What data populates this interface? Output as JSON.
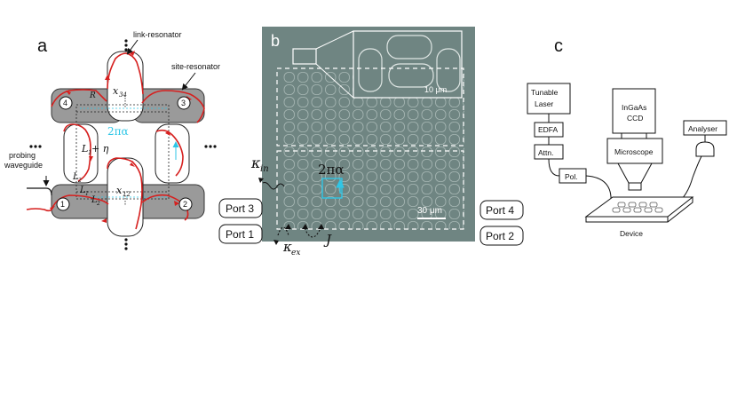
{
  "panel_a": {
    "label": "a",
    "link_resonator": "link-resonator",
    "site_resonator": "site-resonator",
    "probing_waveguide_1": "probing",
    "probing_waveguide_2": "waveguide",
    "R": "R",
    "x34": "x",
    "x34_sub": "34",
    "x12": "x",
    "x12_sub": "12",
    "flux": "2πα",
    "L1eta": "L",
    "L1eta_sub": "1",
    "L1eta_rest": " + η",
    "L2": "L",
    "L2_sub": "2",
    "L1": "L",
    "L1_sub": "1",
    "site_numbers": [
      "1",
      "2",
      "3",
      "4"
    ],
    "ellipsis": "•••"
  },
  "panel_b": {
    "label": "b",
    "scale_top": "10 μm",
    "scale_bottom": "30 μm",
    "flux": "2πα",
    "kappa_in": "κ",
    "kappa_in_sub": "in",
    "kappa_ex": "κ",
    "kappa_ex_sub": "ex",
    "J": "J",
    "ports": [
      "Port 3",
      "Port 1",
      "Port 4",
      "Port 2"
    ],
    "colors": {
      "chip": "#6f8582",
      "flux": "#2fc6e6"
    }
  },
  "panel_c": {
    "label": "c",
    "tunable_laser_1": "Tunable",
    "tunable_laser_2": "Laser",
    "edfa": "EDFA",
    "attn": "Attn.",
    "pol": "Pol.",
    "ingaas_1": "InGaAs",
    "ingaas_2": "CCD",
    "microscope": "Microscope",
    "analyser": "Analyser",
    "device": "Device"
  }
}
